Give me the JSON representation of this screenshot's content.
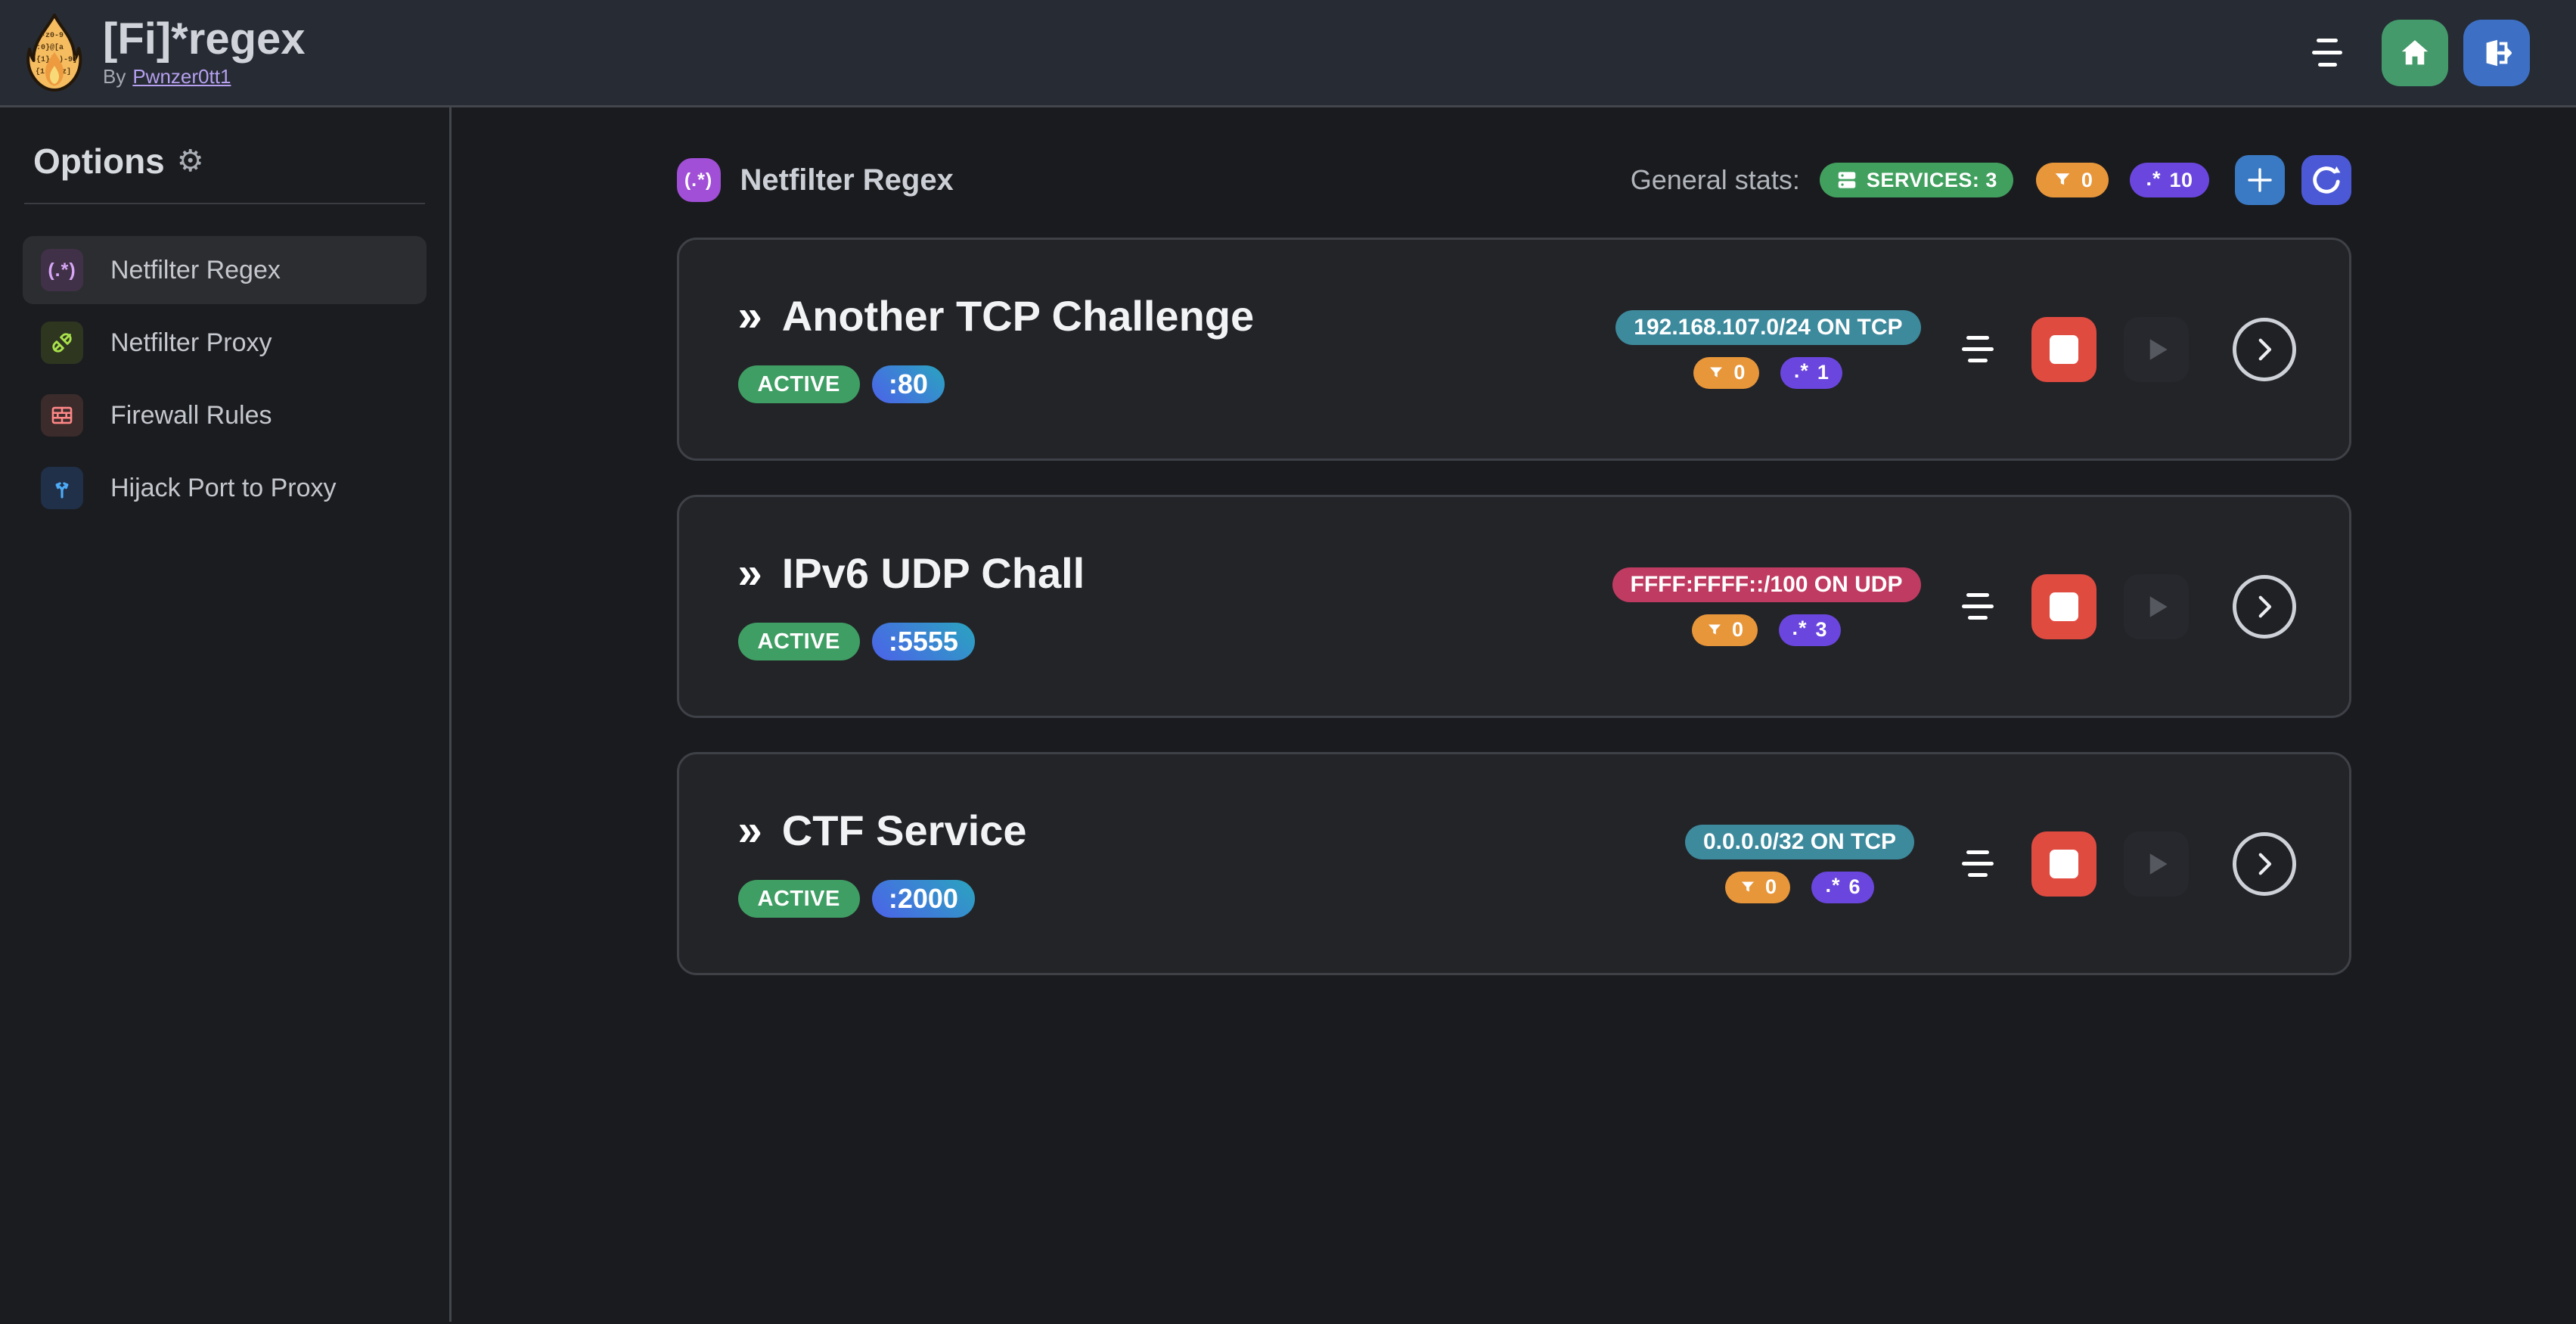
{
  "app": {
    "title": "[Fi]*regex",
    "byline_prefix": "By",
    "author": "Pwnzer0tt1",
    "logo_chars": [
      "-z0-9",
      ":0}@[a",
      "{1}|",
      ")-9]",
      "{1",
      "z]"
    ]
  },
  "sidebar": {
    "heading": "Options",
    "gear": "⚙",
    "items": [
      {
        "label": "Netfilter Regex",
        "icon": "regex-icon",
        "icon_glyph": "(.*)",
        "active": true
      },
      {
        "label": "Netfilter Proxy",
        "icon": "plug-icon",
        "active": false
      },
      {
        "label": "Firewall Rules",
        "icon": "brick-wall-icon",
        "active": false
      },
      {
        "label": "Hijack Port to Proxy",
        "icon": "split-arrows-icon",
        "active": false
      }
    ]
  },
  "main": {
    "icon_glyph": "(.*)",
    "title": "Netfilter Regex",
    "stats_label": "General stats:",
    "stats": {
      "services_text": "SERVICES: 3",
      "filter_count": "0",
      "regex_icon": ".*",
      "regex_count": "10"
    }
  },
  "services": [
    {
      "chevrons": "»",
      "name": "Another TCP Challenge",
      "status": "ACTIVE",
      "port": ":80",
      "target": "192.168.107.0/24 ON TCP",
      "target_color": "#3d8a9d",
      "filter_count": "0",
      "regex_icon": ".*",
      "regex_count": "1"
    },
    {
      "chevrons": "»",
      "name": "IPv6 UDP Chall",
      "status": "ACTIVE",
      "port": ":5555",
      "target": "FFFF:FFFF::/100 ON UDP",
      "target_color": "#c03b62",
      "filter_count": "0",
      "regex_icon": ".*",
      "regex_count": "3"
    },
    {
      "chevrons": "»",
      "name": "CTF Service",
      "status": "ACTIVE",
      "port": ":2000",
      "target": "0.0.0.0/32 ON TCP",
      "target_color": "#3d8a9d",
      "filter_count": "0",
      "regex_icon": ".*",
      "regex_count": "6"
    }
  ],
  "colors": {
    "page_bg": "#1a1b1e",
    "header_bg": "#262b34",
    "card_bg": "#232428",
    "card_border": "#3e4147",
    "sidebar_active": "#2c2d31",
    "green_badge": "#3f9e63",
    "services_green": "#42a05f",
    "orange_badge": "#e8963a",
    "violet_badge": "#6a46de",
    "teal_badge": "#3d8a9d",
    "pink_badge": "#c03b62",
    "gradient_from": "#4c62e9",
    "gradient_to": "#2aa4bf",
    "add_blue": "#3a7ac4",
    "refresh_indigo": "#4c59d6",
    "home_green": "#449a6b",
    "logout_blue": "#3d70c5",
    "stop_red": "#e04b40",
    "main_icon_purple": "#a04fd6",
    "link_purple": "#b6a0ef"
  }
}
